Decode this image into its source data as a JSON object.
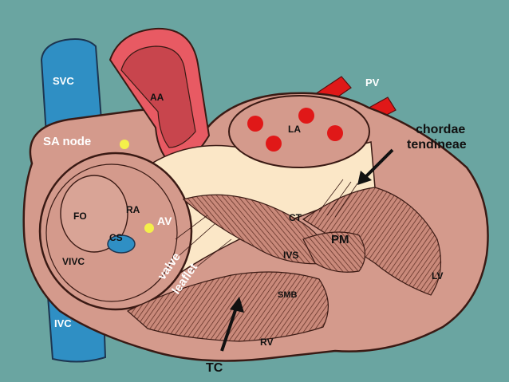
{
  "colors": {
    "background": "#6aa5a1",
    "heart_wall": "#d49a8c",
    "vein_blue": "#2f8fc4",
    "aorta_red": "#e85a63",
    "valve_cream": "#fbe7c7",
    "node_yellow": "#f4f04a",
    "pv_red": "#e01818",
    "outline": "#3a1a14"
  },
  "labels": {
    "svc": "SVC",
    "sa_node": "SA node",
    "aa": "AA",
    "pv": "PV",
    "la": "LA",
    "chordae_line1": "chordae",
    "chordae_line2": "tendineae",
    "fo": "FO",
    "ra": "RA",
    "av": "AV",
    "cs": "CS",
    "vivc": "VIVC",
    "valve": "valve",
    "leaflet": "leaflet",
    "ct": "CT",
    "pm": "PM",
    "ivs": "IVS",
    "smb": "SMB",
    "lv": "LV",
    "ivc": "IVC",
    "rv": "RV",
    "tc": "TC"
  }
}
